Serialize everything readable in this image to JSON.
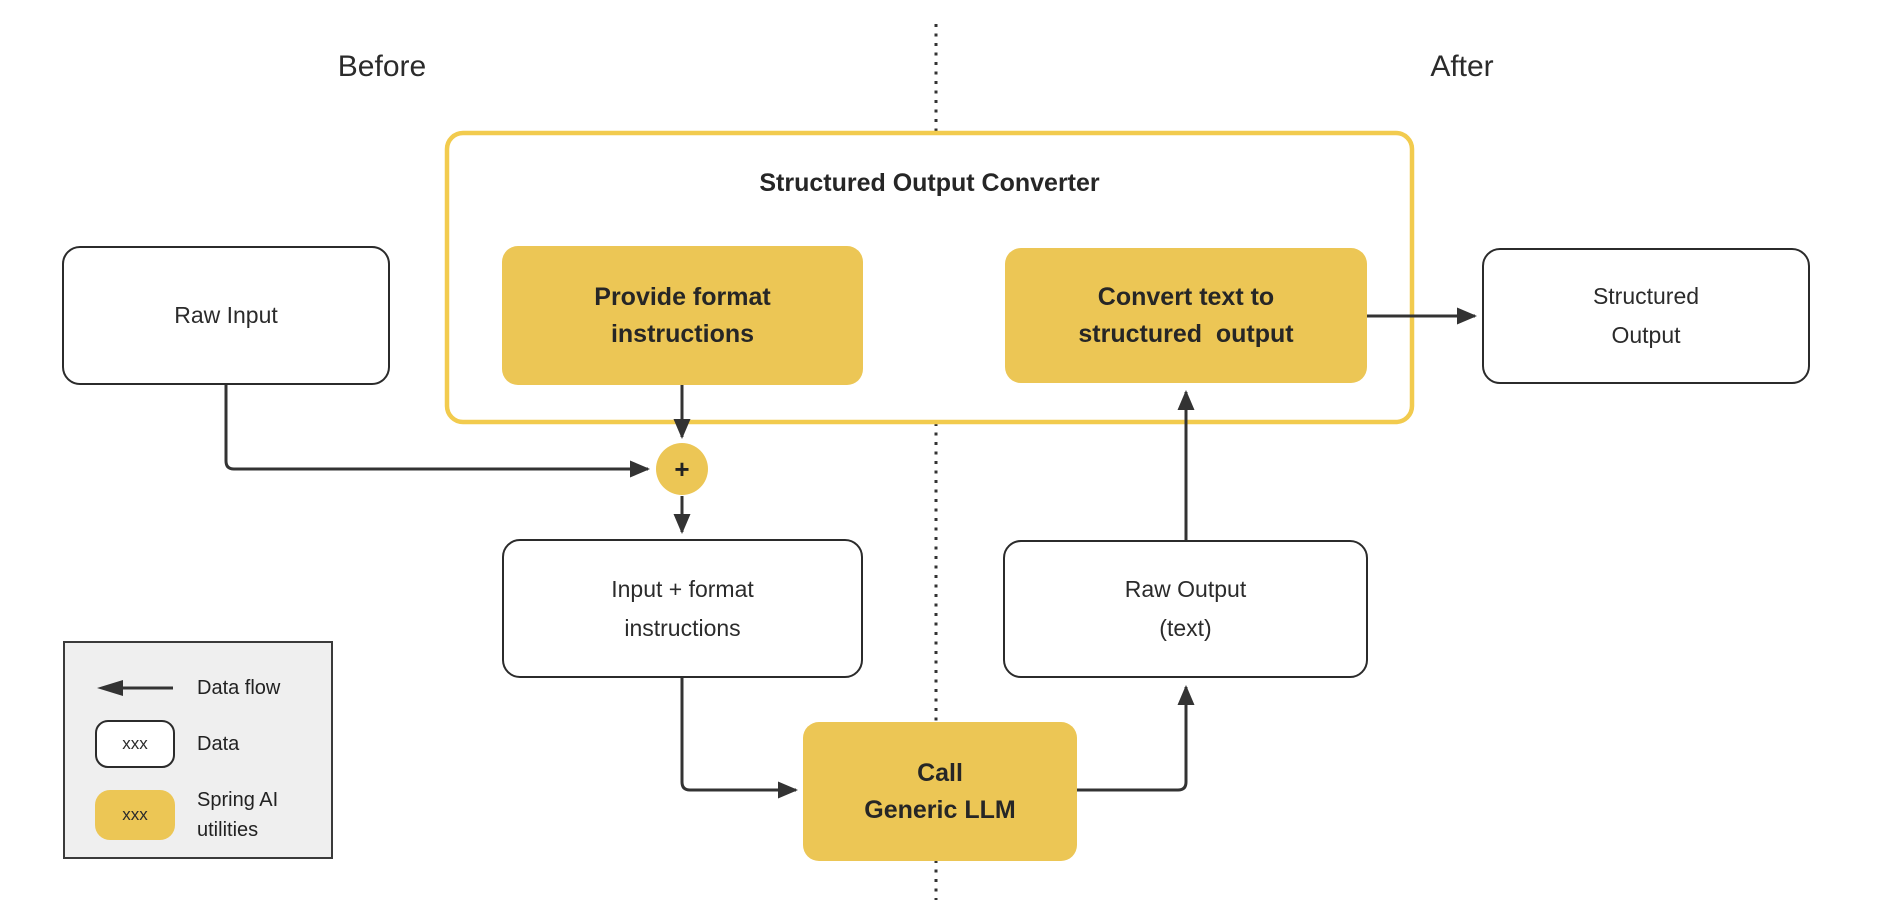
{
  "page": {
    "before_label": "Before",
    "after_label": "After"
  },
  "converter": {
    "title": "Structured Output Converter"
  },
  "nodes": {
    "raw_input": {
      "label": "Raw Input"
    },
    "provide_format": {
      "line1": "Provide format",
      "line2": "instructions"
    },
    "convert_text": {
      "line1": "Convert text to",
      "line2": "structured  output"
    },
    "structured_output": {
      "line1": "Structured",
      "line2": "Output"
    },
    "input_format": {
      "line1": "Input + format",
      "line2": "instructions"
    },
    "raw_output": {
      "line1": "Raw Output",
      "line2": "(text)"
    },
    "call_llm": {
      "line1": "Call",
      "line2": "Generic LLM"
    },
    "plus_symbol": "+"
  },
  "legend": {
    "data_flow_label": "Data flow",
    "data_label": "Data",
    "spring_label": "Spring AI utilities",
    "swatch_text": "xxx"
  },
  "colors": {
    "spring_yellow_fill": "#ECC655",
    "converter_border_yellow": "#F2CB4E",
    "arrow_stroke": "#333333",
    "box_border": "#2B2B2B",
    "text": "#262626",
    "legend_background": "#EFEFEF"
  }
}
